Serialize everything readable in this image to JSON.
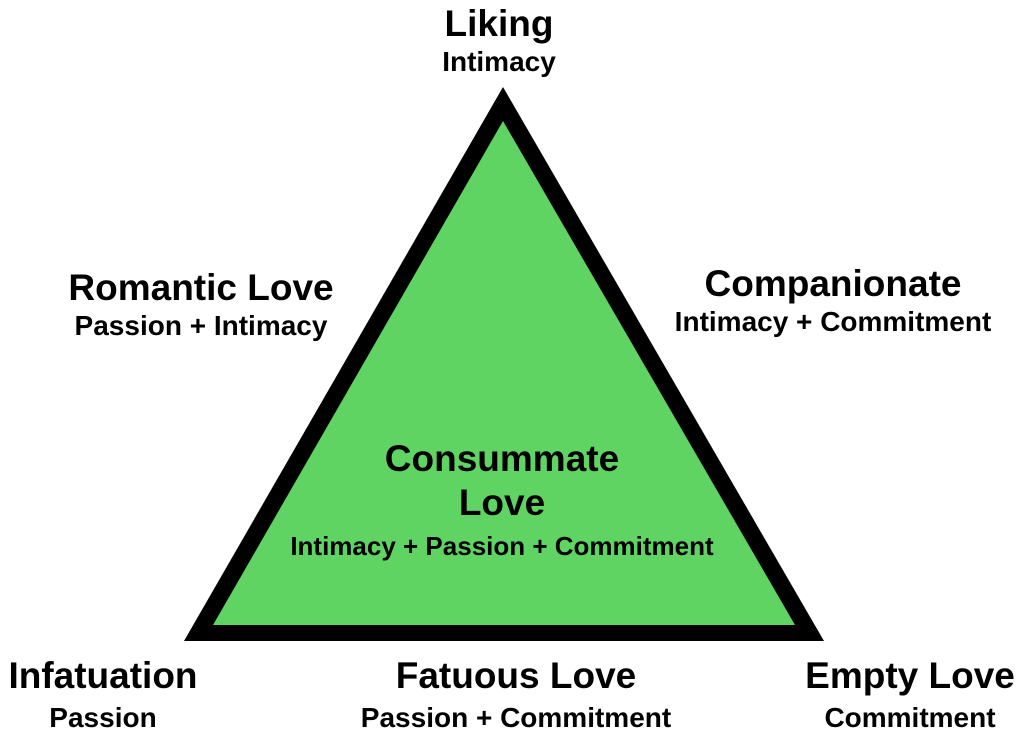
{
  "colors": {
    "fill": "#5fd463",
    "stroke": "#000000",
    "text": "#000000"
  },
  "top": {
    "title": "Liking",
    "subtitle": "Intimacy"
  },
  "left_edge": {
    "title": "Romantic Love",
    "subtitle": "Passion + Intimacy"
  },
  "right_edge": {
    "title": "Companionate",
    "subtitle": "Intimacy + Commitment"
  },
  "center": {
    "title_line1": "Consummate",
    "title_line2": "Love",
    "subtitle": "Intimacy + Passion + Commitment"
  },
  "bottom_left": {
    "title": "Infatuation",
    "subtitle": "Passion"
  },
  "bottom_center": {
    "title": "Fatuous Love",
    "subtitle": "Passion + Commitment"
  },
  "bottom_right": {
    "title": "Empty Love",
    "subtitle": "Commitment"
  }
}
